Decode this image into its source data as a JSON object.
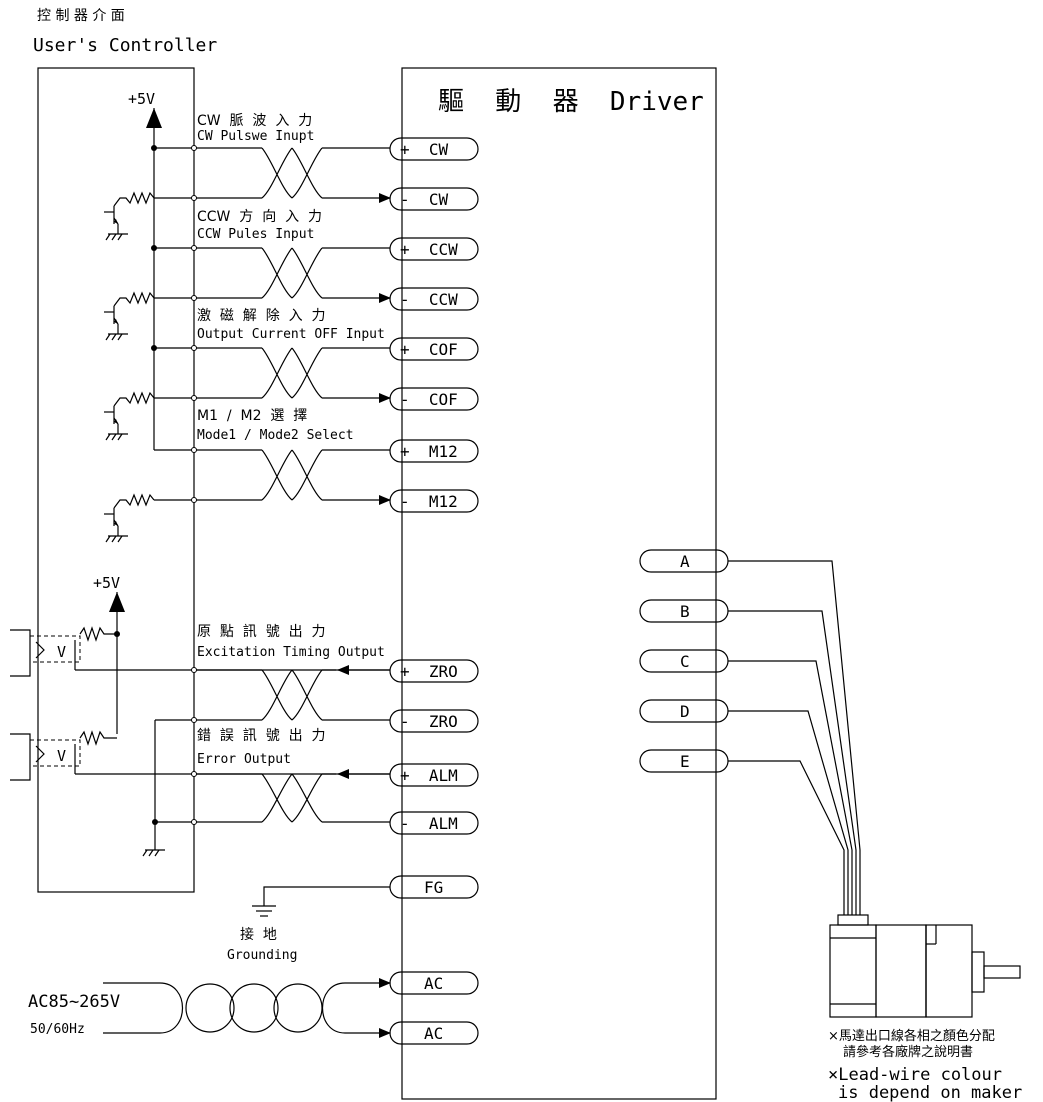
{
  "controller": {
    "title_cn": "控 制 器 介 面",
    "title_en": "User's Controller"
  },
  "driver": {
    "title": "驅  動  器  Driver"
  },
  "supply": {
    "top": "+5V",
    "mid": "+5V"
  },
  "signals": {
    "cw_cn": "CW  脈  波  入  力",
    "cw_en": "CW Pulswe Inupt",
    "ccw_cn": "CCW  方  向  入  力",
    "ccw_en": "CCW Pules Input",
    "cof_cn": "激  磁  解  除  入  力",
    "cof_en": "Output Current OFF Input",
    "m12_cn": "M1  /  M2  選  擇",
    "m12_en": "Mode1 / Mode2 Select",
    "zro_cn": "原  點  訊  號  出  力",
    "zro_en": "Excitation Timing Output",
    "alm_cn": "錯  誤  訊  號  出  力",
    "alm_en": "Error Output"
  },
  "terminals": {
    "cw_p": "+  CW",
    "cw_n": "-  CW",
    "ccw_p": "+  CCW",
    "ccw_n": "-  CCW",
    "cof_p": "+  COF",
    "cof_n": "-  COF",
    "m12_p": "+  M12",
    "m12_n": "-  M12",
    "zro_p": "+  ZRO",
    "zro_n": "-  ZRO",
    "alm_p": "+  ALM",
    "alm_n": "-  ALM",
    "fg": "FG",
    "ac1": "AC",
    "ac2": "AC"
  },
  "motor_terminals": [
    "A",
    "B",
    "C",
    "D",
    "E"
  ],
  "grounding": {
    "cn": "接  地",
    "en": "Grounding"
  },
  "ac_input": {
    "voltage": "AC85~265V",
    "freq": "50/60Hz"
  },
  "notes": {
    "cn1": "×馬達出口線各相之顏色分配",
    "cn2": "請參考各廠牌之說明書",
    "en1": "×Lead-wire colour",
    "en2": "is depend on maker"
  },
  "opto_label": "V"
}
